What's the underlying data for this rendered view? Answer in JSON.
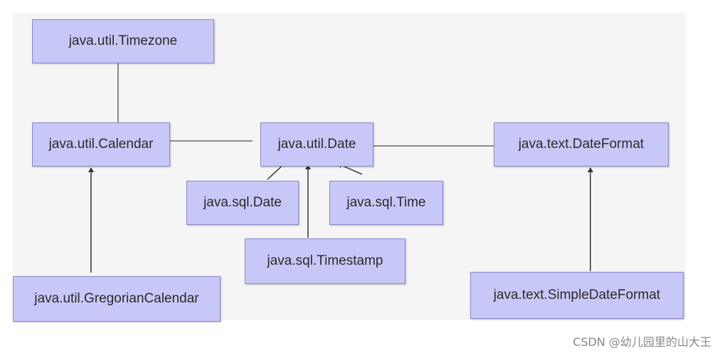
{
  "diagram": {
    "nodes": {
      "timezone": "java.util.Timezone",
      "calendar": "java.util.Calendar",
      "date": "java.util.Date",
      "dateformat": "java.text.DateFormat",
      "sqldate": "java.sql.Date",
      "sqltime": "java.sql.Time",
      "timestamp": "java.sql.Timestamp",
      "gregorian": "java.util.GregorianCalendar",
      "simpledateformat": "java.text.SimpleDateFormat"
    },
    "edges": [
      {
        "from": "timezone",
        "to": "calendar",
        "type": "association"
      },
      {
        "from": "calendar",
        "to": "date",
        "type": "association"
      },
      {
        "from": "date",
        "to": "dateformat",
        "type": "association"
      },
      {
        "from": "gregorian",
        "to": "calendar",
        "type": "inheritance"
      },
      {
        "from": "sqldate",
        "to": "date",
        "type": "inheritance"
      },
      {
        "from": "timestamp",
        "to": "date",
        "type": "inheritance"
      },
      {
        "from": "sqltime",
        "to": "date",
        "type": "inheritance"
      },
      {
        "from": "simpledateformat",
        "to": "dateformat",
        "type": "inheritance"
      }
    ]
  },
  "watermark": "CSDN @幼儿园里的山大王",
  "colors": {
    "node_fill": "#c8c8f8",
    "node_border": "#8a8acb",
    "line": "#555555",
    "background": "#f5f5f5"
  }
}
